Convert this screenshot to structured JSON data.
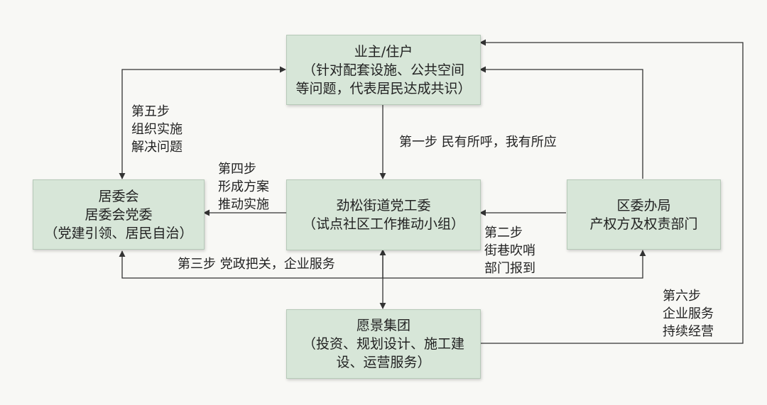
{
  "nodes": {
    "owners": {
      "lines": [
        "业主/住户",
        "（针对配套设施、公共空间",
        "等问题，代表居民达成共识）"
      ]
    },
    "committee": {
      "lines": [
        "居委会",
        "居委会党委",
        "（党建引领、居民自治）"
      ]
    },
    "party": {
      "lines": [
        "劲松街道党工委",
        "（试点社区工作推动小组）"
      ]
    },
    "district": {
      "lines": [
        "区委办局",
        "产权方及权责部门"
      ]
    },
    "enterprise": {
      "lines": [
        "愿景集团",
        "（投资、规划设计、施工建",
        "设、运营服务）"
      ]
    }
  },
  "steps": {
    "step1": {
      "lines": [
        "第一步 民有所呼，我有所应"
      ]
    },
    "step2": {
      "lines": [
        "第二步",
        "街巷吹哨",
        "部门报到"
      ]
    },
    "step3": {
      "lines": [
        "第三步 党政把关，企业服务"
      ]
    },
    "step4": {
      "lines": [
        "第四步",
        "形成方案",
        "推动实施"
      ]
    },
    "step5": {
      "lines": [
        "第五步",
        "组织实施",
        "解决问题"
      ]
    },
    "step6": {
      "lines": [
        "第六步",
        "企业服务",
        "持续经营"
      ]
    }
  }
}
